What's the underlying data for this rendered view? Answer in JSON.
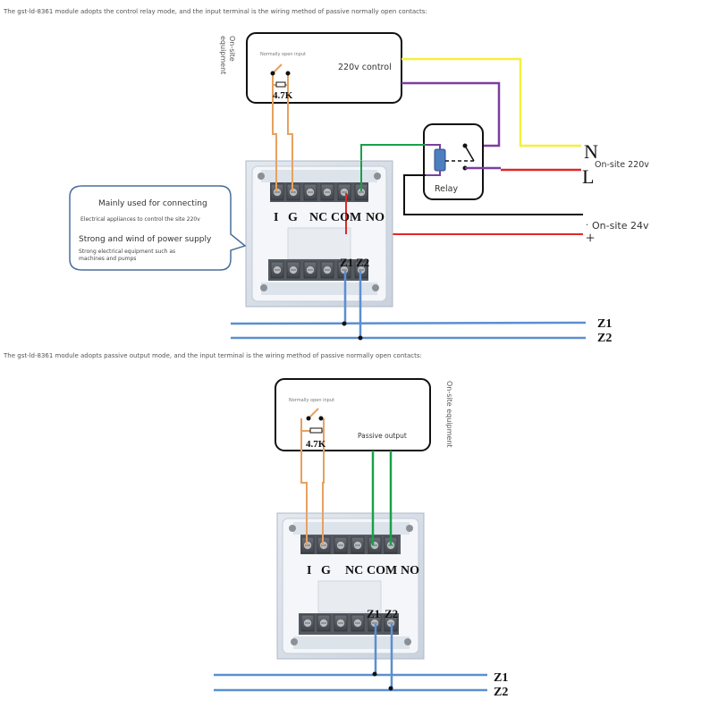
{
  "diagram_top": {
    "caption": "The gst-ld-8361 module adopts the control relay mode, and the input terminal is the wiring method of passive normally open contacts:",
    "equipment_label_line1": "On-site",
    "equipment_label_line2": "equipment",
    "device_box": {
      "switch_label": "Normally open input",
      "resistor_label": "4.7K",
      "control_label": "220v control"
    },
    "terminals_top": [
      "I",
      "G",
      "NC",
      "COM",
      "NO"
    ],
    "terminals_bottom": [
      "Z1",
      "Z2"
    ],
    "relay_label": "Relay",
    "power_220": {
      "n_label": "N",
      "l_label": "L",
      "caption": "On-site 220v"
    },
    "power_24": {
      "minus_label": "·",
      "plus_label": "+",
      "caption": "On-site 24v"
    },
    "bus_labels": [
      "Z1",
      "Z2"
    ],
    "callout": {
      "title": "Mainly used for connecting",
      "subtitle": "Electrical appliances to control the site 220v",
      "title2": "Strong and wind of power supply",
      "subtitle2_line1": "Strong electrical equipment such as",
      "subtitle2_line2": "machines and pumps"
    }
  },
  "diagram_bottom": {
    "caption": "The gst-ld-8361 module adopts passive output mode, and the input terminal is the wiring method of passive normally open contacts:",
    "equipment_label": "On-site equipment",
    "device_box": {
      "switch_label": "Normally open input",
      "resistor_label": "4.7K",
      "output_label": "Passive output"
    },
    "terminals_top": [
      "I",
      "G",
      "NC",
      "COM",
      "NO"
    ],
    "terminals_bottom": [
      "Z1",
      "Z2"
    ],
    "bus_labels": [
      "Z1",
      "Z2"
    ]
  },
  "colors": {
    "input_wire": "#e8a060",
    "neutral_wire": "#f5f03c",
    "relay_wire": "#7b3fa0",
    "live_wire": "#e02828",
    "signal_wire": "#1aa04a",
    "bus_wire": "#5b8fd0",
    "black_wire": "#111111",
    "module_plate": "#eef1f5"
  }
}
